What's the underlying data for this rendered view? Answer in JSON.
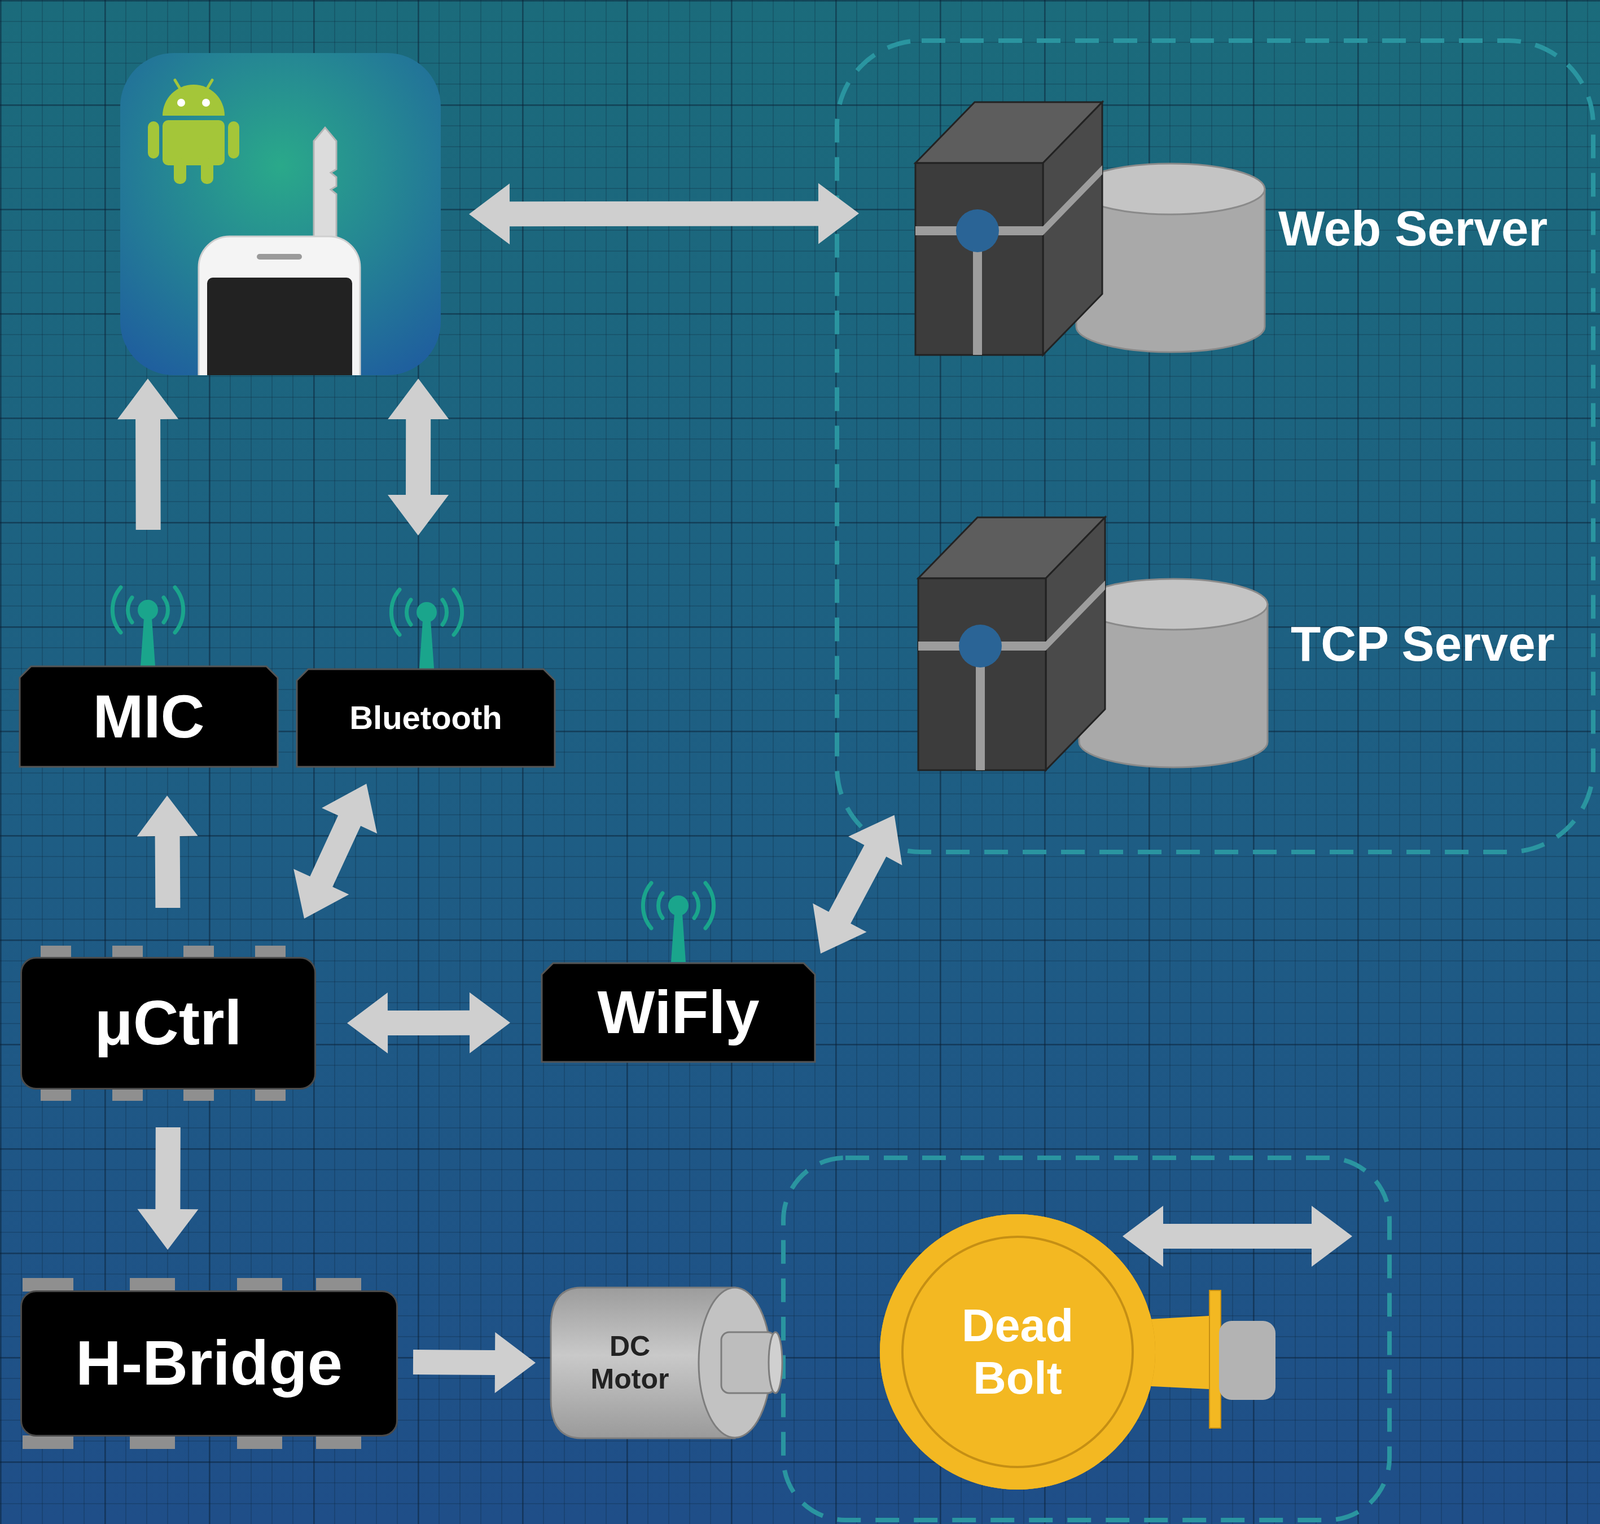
{
  "diagram": {
    "nodes": [
      {
        "text": []
      },
      {
        "text": [
          "Web Server"
        ]
      },
      {
        "text": [
          "TCP Server"
        ]
      },
      {
        "text": [
          "MIC"
        ]
      },
      {
        "text": [
          "Bluetooth"
        ]
      },
      {
        "text": [
          "μCtrl"
        ]
      },
      {
        "text": [
          "WiFly"
        ]
      },
      {
        "text": [
          "H-Bridge"
        ]
      },
      {
        "text": [
          "DC Motor"
        ]
      },
      {
        "text": [
          "Dead Bolt"
        ]
      }
    ],
    "edges": [
      {
        "from": 0,
        "to": 1,
        "arrow": "both"
      },
      {
        "from": 3,
        "to": 0,
        "arrow": "to"
      },
      {
        "from": 4,
        "to": 0,
        "arrow": "both"
      },
      {
        "from": 5,
        "to": 3,
        "arrow": "to"
      },
      {
        "from": 5,
        "to": 4,
        "arrow": "both"
      },
      {
        "from": 5,
        "to": 6,
        "arrow": "both"
      },
      {
        "from": 6,
        "to": 2,
        "arrow": "both"
      },
      {
        "from": 5,
        "to": 7,
        "arrow": "to"
      },
      {
        "from": 7,
        "to": 8,
        "arrow": "to"
      }
    ]
  }
}
